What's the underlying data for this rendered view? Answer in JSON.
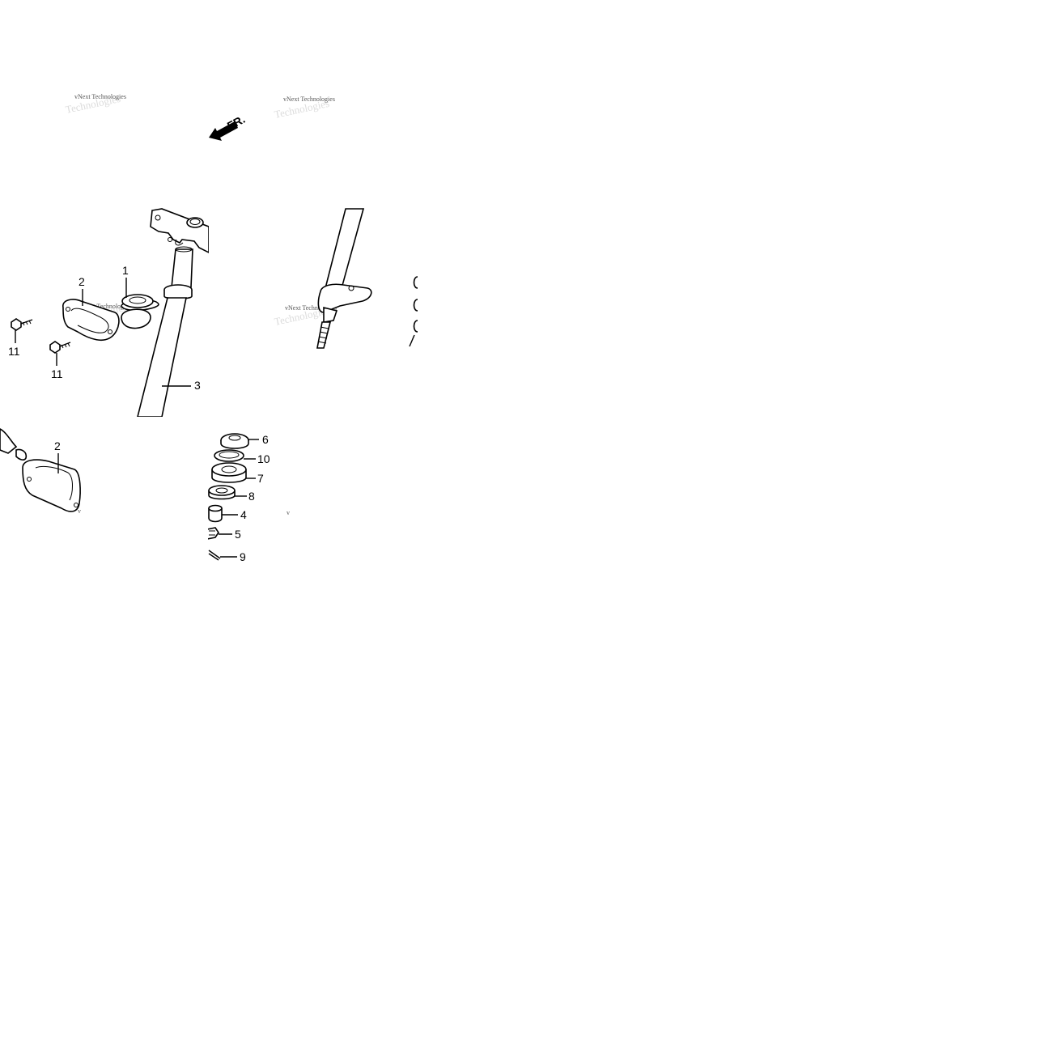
{
  "direction_label": "FR.",
  "watermark": "vNext Technologies",
  "watermark_partial": "v",
  "callouts": {
    "c1": "1",
    "c2a": "2",
    "c2b": "2",
    "c3": "3",
    "c4": "4",
    "c5": "5",
    "c6": "6",
    "c7": "7",
    "c8": "8",
    "c9": "9",
    "c10": "10",
    "c11a": "11",
    "c11b": "11"
  }
}
